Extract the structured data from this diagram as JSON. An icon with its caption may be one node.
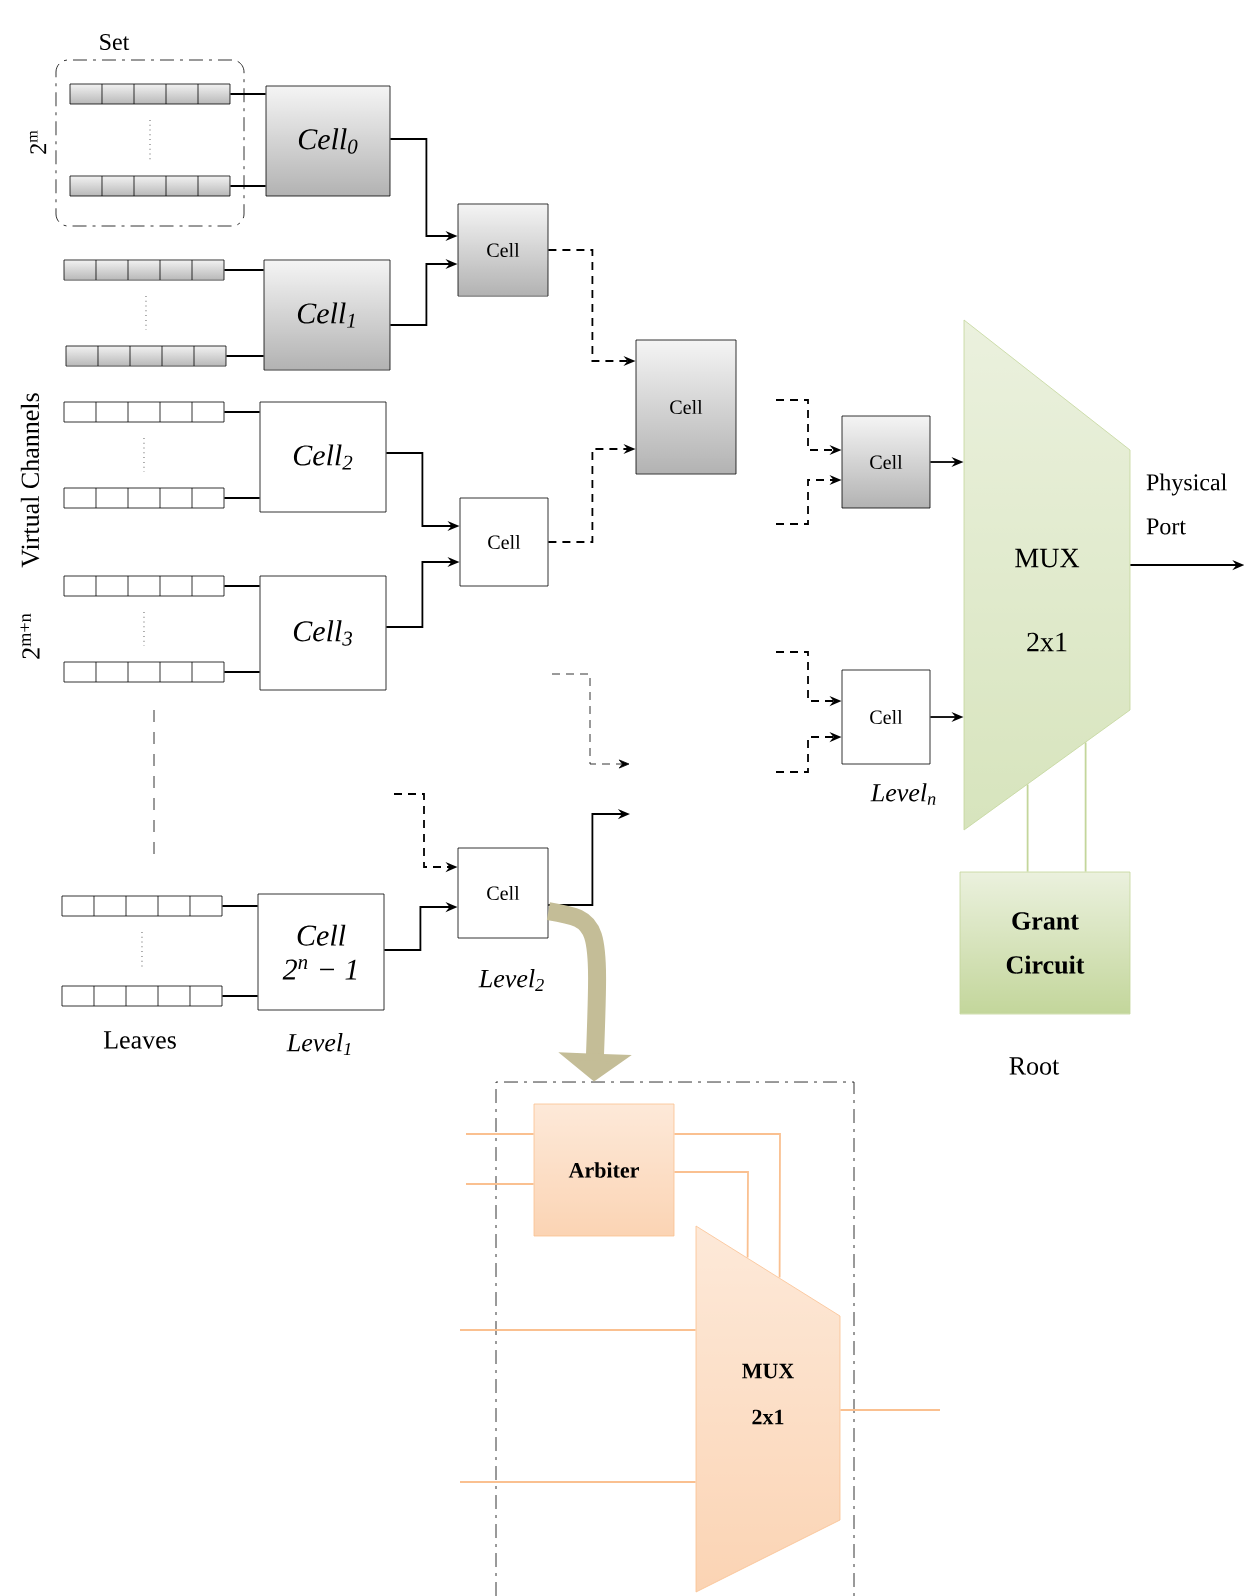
{
  "diagram": {
    "nodes": [
      {
        "text": [
          "Set"
        ],
        "beside": [
          "2$^{m}$"
        ]
      },
      {
        "text": [],
        "shape": "box",
        "in": 0
      },
      {
        "text": [],
        "shape": "box",
        "in": 0
      },
      {
        "text": [],
        "shape": "box"
      },
      {
        "text": [],
        "shape": "box"
      },
      {
        "text": [],
        "shape": "box"
      },
      {
        "text": [],
        "shape": "box"
      },
      {
        "text": [],
        "shape": "box"
      },
      {
        "text": [],
        "shape": "box"
      },
      {
        "text": [],
        "shape": "box"
      },
      {
        "text": [],
        "shape": "box"
      },
      {
        "text": [
          "Cell$_{0}$"
        ]
      },
      {
        "text": [
          "Cell$_{1}$"
        ]
      },
      {
        "text": [
          "Cell$_{2}$"
        ]
      },
      {
        "text": [
          "Cell$_{3}$"
        ]
      },
      {
        "text": [
          "Cell",
          "2$^{n}$ − 1"
        ]
      },
      {
        "text": [
          "Cell"
        ]
      },
      {
        "text": [
          "Cell"
        ]
      },
      {
        "text": [
          "Cell"
        ]
      },
      {
        "text": [
          "Cell"
        ]
      },
      {
        "text": [
          "Cell"
        ]
      },
      {
        "text": [
          "Cell"
        ]
      },
      {
        "text": [
          "MUX 2x1"
        ]
      },
      {
        "text": [
          "Grant Circuit"
        ]
      },
      {
        "text": [],
        "shape": "box"
      },
      {
        "text": [
          "Arbiter"
        ],
        "in": 24
      },
      {
        "text": [
          "MUX 2x1"
        ],
        "in": 24
      }
    ],
    "edges": [
      {
        "from": 1,
        "to": 11,
        "arrow": "none"
      },
      {
        "from": 2,
        "to": 11,
        "arrow": "none"
      },
      {
        "from": 3,
        "to": 12,
        "arrow": "none"
      },
      {
        "from": 4,
        "to": 12,
        "arrow": "none"
      },
      {
        "from": 5,
        "to": 13,
        "arrow": "none"
      },
      {
        "from": 6,
        "to": 13,
        "arrow": "none"
      },
      {
        "from": 7,
        "to": 14,
        "arrow": "none"
      },
      {
        "from": 8,
        "to": 14,
        "arrow": "none"
      },
      {
        "from": 9,
        "to": 15,
        "arrow": "none"
      },
      {
        "from": 10,
        "to": 15,
        "arrow": "none"
      },
      {
        "from": 11,
        "to": 16,
        "arrow": "to"
      },
      {
        "from": 12,
        "to": 16,
        "arrow": "to"
      },
      {
        "from": 13,
        "to": 17,
        "arrow": "to"
      },
      {
        "from": 14,
        "to": 17,
        "arrow": "to"
      },
      {
        "from": 15,
        "to": 18,
        "arrow": "to"
      },
      {
        "from": 16,
        "to": 19,
        "arrow": "to",
        "style": "dashed"
      },
      {
        "from": 17,
        "to": 19,
        "arrow": "to",
        "style": "dashed"
      },
      {
        "from": 18,
        "to": null,
        "arrow": "to"
      },
      {
        "from": null,
        "to": 18,
        "arrow": "to",
        "style": "dashed"
      },
      {
        "from": null,
        "to": 20,
        "arrow": "to",
        "style": "dashed"
      },
      {
        "from": null,
        "to": 20,
        "arrow": "to",
        "style": "dashed"
      },
      {
        "from": null,
        "to": 21,
        "arrow": "to",
        "style": "dashed"
      },
      {
        "from": null,
        "to": 21,
        "arrow": "to",
        "style": "dashed"
      },
      {
        "from": 20,
        "to": 22,
        "arrow": "to"
      },
      {
        "from": 21,
        "to": 22,
        "arrow": "to"
      },
      {
        "from": 22,
        "to": null,
        "arrow": "to",
        "label": "Physical Port"
      },
      {
        "from": 22,
        "to": 23,
        "arrow": "none",
        "color": "#c3d69b"
      },
      {
        "from": 22,
        "to": 23,
        "arrow": "none",
        "color": "#c3d69b"
      },
      {
        "from": 18,
        "to": 24,
        "arrow": "to",
        "style": "thick",
        "color": "#c4bd97"
      },
      {
        "from": null,
        "to": 25,
        "arrow": "none",
        "color": "#fac090"
      },
      {
        "from": null,
        "to": 25,
        "arrow": "none",
        "color": "#fac090"
      },
      {
        "from": null,
        "to": 26,
        "arrow": "none",
        "color": "#fac090"
      },
      {
        "from": null,
        "to": 26,
        "arrow": "none",
        "color": "#fac090"
      },
      {
        "from": 25,
        "to": 26,
        "arrow": "none",
        "color": "#fac090"
      },
      {
        "from": 25,
        "to": 26,
        "arrow": "none",
        "color": "#fac090"
      },
      {
        "from": 26,
        "to": null,
        "arrow": "none",
        "color": "#fac090"
      }
    ],
    "labels": [
      "Virtual Channels",
      "2$^{m+n}$",
      "Leaves",
      "Level$_{1}$",
      "Level$_{2}$",
      "Level$_{n}$",
      "Root"
    ]
  }
}
